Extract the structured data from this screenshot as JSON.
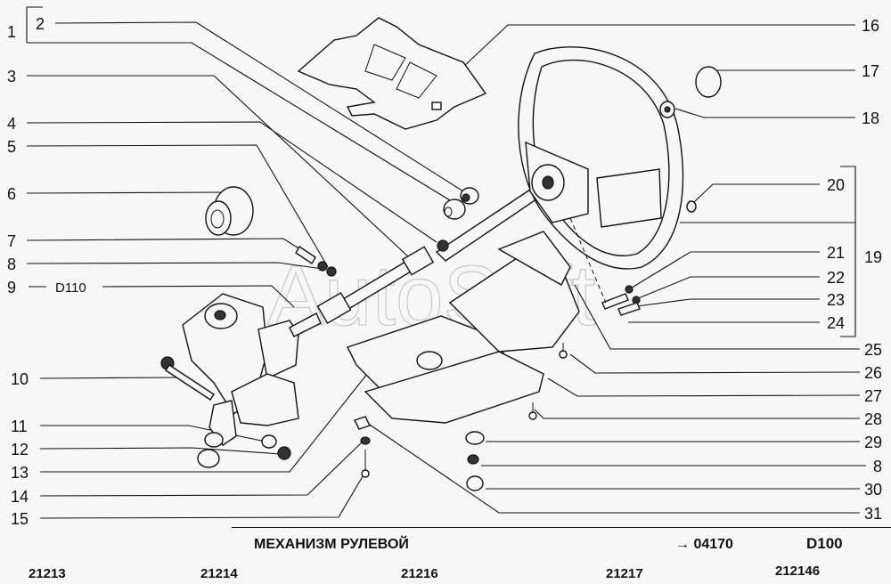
{
  "title": "МЕХАНИЗМ РУЛЕВОЙ",
  "reference": "→ 04170",
  "page_code": "D100",
  "watermark": "AutoSoft",
  "model_codes": [
    "21213",
    "21214",
    "21216",
    "21217",
    "212146"
  ],
  "left_callouts": [
    {
      "id": "1",
      "label": "1"
    },
    {
      "id": "2",
      "label": "2"
    },
    {
      "id": "3",
      "label": "3"
    },
    {
      "id": "4",
      "label": "4"
    },
    {
      "id": "5",
      "label": "5"
    },
    {
      "id": "6",
      "label": "6"
    },
    {
      "id": "7",
      "label": "7"
    },
    {
      "id": "8",
      "label": "8"
    },
    {
      "id": "9",
      "label": "9",
      "note": "D110"
    },
    {
      "id": "10",
      "label": "10"
    },
    {
      "id": "11",
      "label": "11"
    },
    {
      "id": "12",
      "label": "12"
    },
    {
      "id": "13",
      "label": "13"
    },
    {
      "id": "14",
      "label": "14"
    },
    {
      "id": "15",
      "label": "15"
    }
  ],
  "right_callouts": [
    {
      "id": "16",
      "label": "16"
    },
    {
      "id": "17",
      "label": "17"
    },
    {
      "id": "18",
      "label": "18"
    },
    {
      "id": "19",
      "label": "19"
    },
    {
      "id": "20",
      "label": "20"
    },
    {
      "id": "21",
      "label": "21"
    },
    {
      "id": "22",
      "label": "22"
    },
    {
      "id": "23",
      "label": "23"
    },
    {
      "id": "24",
      "label": "24"
    },
    {
      "id": "25",
      "label": "25"
    },
    {
      "id": "26",
      "label": "26"
    },
    {
      "id": "27",
      "label": "27"
    },
    {
      "id": "28",
      "label": "28"
    },
    {
      "id": "29",
      "label": "29"
    },
    {
      "id": "8b",
      "label": "8"
    },
    {
      "id": "30",
      "label": "30"
    },
    {
      "id": "31",
      "label": "31"
    }
  ]
}
